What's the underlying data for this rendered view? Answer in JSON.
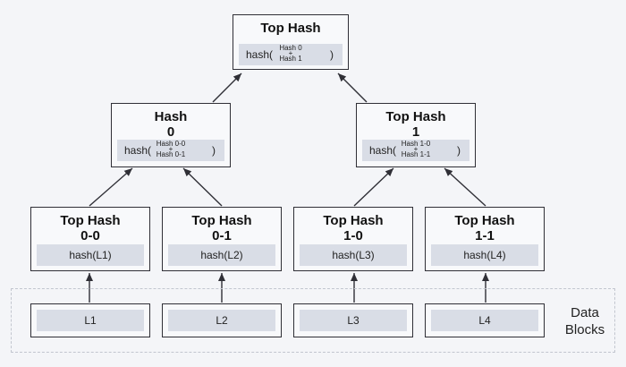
{
  "top": {
    "title": "Top Hash",
    "fn": "hash(",
    "arg1": "Hash 0",
    "plus": "+",
    "arg2": "Hash 1",
    "close": ")"
  },
  "h0": {
    "title": "Hash\n0",
    "fn": "hash(",
    "arg1": "Hash 0-0",
    "plus": "+",
    "arg2": "Hash 0-1",
    "close": ")"
  },
  "h1": {
    "title": "Top Hash\n1",
    "fn": "hash(",
    "arg1": "Hash 1-0",
    "plus": "+",
    "arg2": "Hash 1-1",
    "close": ")"
  },
  "leaves": [
    {
      "title": "Top Hash\n0-0",
      "hash": "hash(L1)"
    },
    {
      "title": "Top Hash\n0-1",
      "hash": "hash(L2)"
    },
    {
      "title": "Top Hash\n1-0",
      "hash": "hash(L3)"
    },
    {
      "title": "Top Hash\n1-1",
      "hash": "hash(L4)"
    }
  ],
  "blocks": [
    "L1",
    "L2",
    "L3",
    "L4"
  ],
  "data_blocks_label": "Data\nBlocks"
}
